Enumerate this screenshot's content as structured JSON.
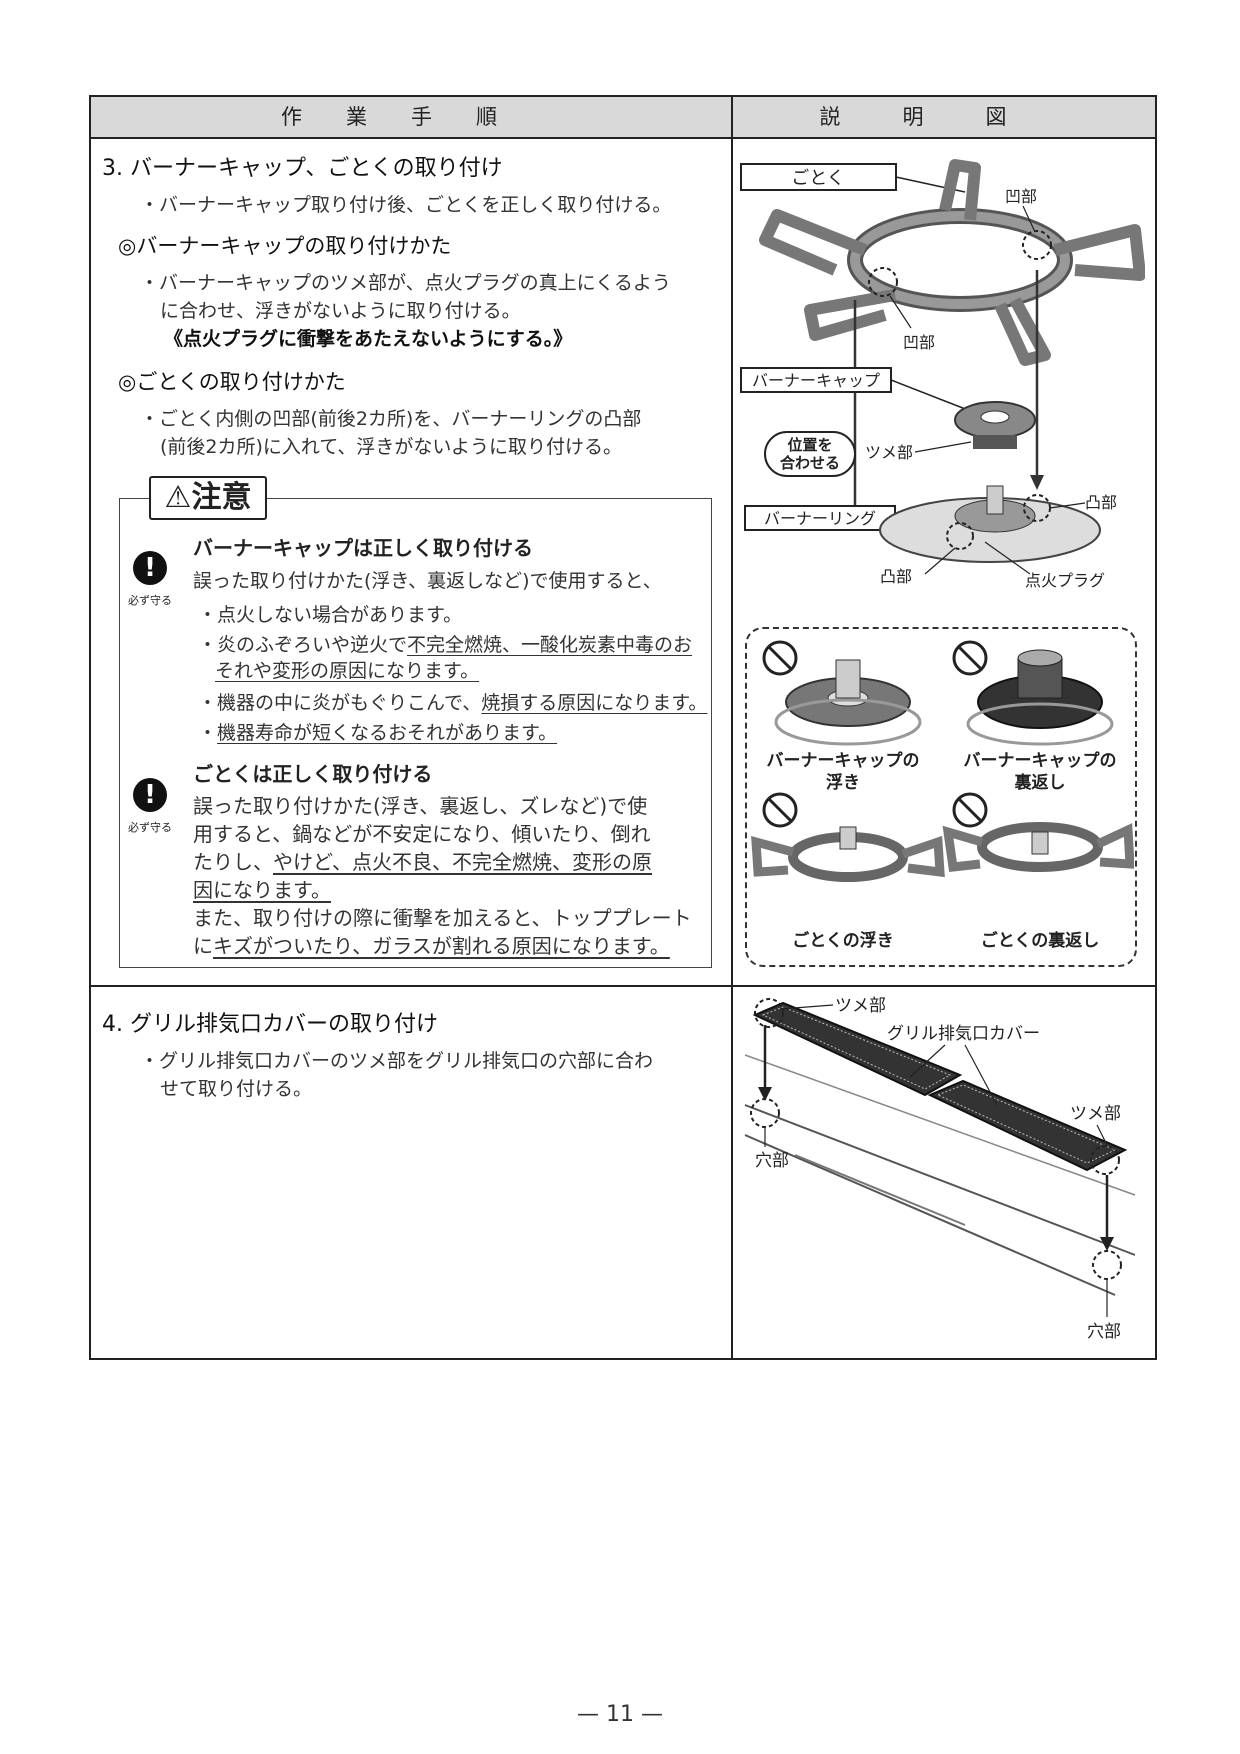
{
  "header": {
    "col_procedure": "作業手順",
    "col_figure": "説明図"
  },
  "step3": {
    "title": "3. バーナーキャップ、ごとくの取り付け",
    "bullet": "・バーナーキャップ取り付け後、ごとくを正しく取り付ける。",
    "sub1_title": "◎バーナーキャップの取り付けかた",
    "sub1_line1": "・バーナーキャップのツメ部が、点火プラグの真上にくるよう",
    "sub1_line2": "に合わせ、浮きがないように取り付ける。",
    "sub1_note": "《点火プラグに衝撃をあたえないようにする。》",
    "sub2_title": "◎ごとくの取り付けかた",
    "sub2_line1": "・ごとく内側の凹部(前後2カ所)を、バーナーリングの凸部",
    "sub2_line2": "(前後2カ所)に入れて、浮きがないように取り付ける。"
  },
  "caution": {
    "title": "⚠注意",
    "must_label": "必ず守る",
    "item1_title": "バーナーキャップは正しく取り付ける",
    "item1_lead": "誤った取り付けかた(浮き、裏返しなど)で使用すると、",
    "item1_b1": "・点火しない場合があります。",
    "item1_b2a_plain": "・炎のふぞろいや逆火で",
    "item1_b2a_u": "不完全燃焼、一酸化炭素中毒のお",
    "item1_b2b": "それや変形の原因になります。",
    "item1_b3_plain": "・機器の中に炎がもぐりこんで、",
    "item1_b3_u": "焼損する原因になります。",
    "item1_b4": "機器寿命が短くなるおそれがあります。",
    "item2_title": "ごとくは正しく取り付ける",
    "item2_l1": "誤った取り付けかた(浮き、裏返し、ズレなど)で使",
    "item2_l2": "用すると、鍋などが不安定になり、傾いたり、倒れ",
    "item2_l3_plain": "たりし、",
    "item2_l3_u": "やけど、点火不良、不完全燃焼、変形の原",
    "item2_l4": "因になります。",
    "item2_l5": "また、取り付けの際に衝撃を加えると、トッププレート",
    "item2_l6_plain": "に",
    "item2_l6_u": "キズがついたり、ガラスが割れる原因になります。"
  },
  "step4": {
    "title": "4. グリル排気口カバーの取り付け",
    "line1": "・グリル排気口カバーのツメ部をグリル排気口の穴部に合わ",
    "line2": "せて取り付ける。"
  },
  "fig1": {
    "gotoku": "ごとく",
    "oubu": "凹部",
    "burner_cap": "バーナーキャップ",
    "position_align_1": "位置を",
    "position_align_2": "合わせる",
    "tsume": "ツメ部",
    "burner_ring": "バーナーリング",
    "totsubu": "凸部",
    "plug": "点火プラグ"
  },
  "fig2": {
    "cap_float_1": "バーナーキャップの",
    "cap_float_2": "浮き",
    "cap_flip_1": "バーナーキャップの",
    "cap_flip_2": "裏返し",
    "gotoku_float": "ごとくの浮き",
    "gotoku_flip": "ごとくの裏返し"
  },
  "fig3": {
    "tsume": "ツメ部",
    "cover": "グリル排気口カバー",
    "ana": "穴部"
  },
  "page_number": "— 11 —"
}
